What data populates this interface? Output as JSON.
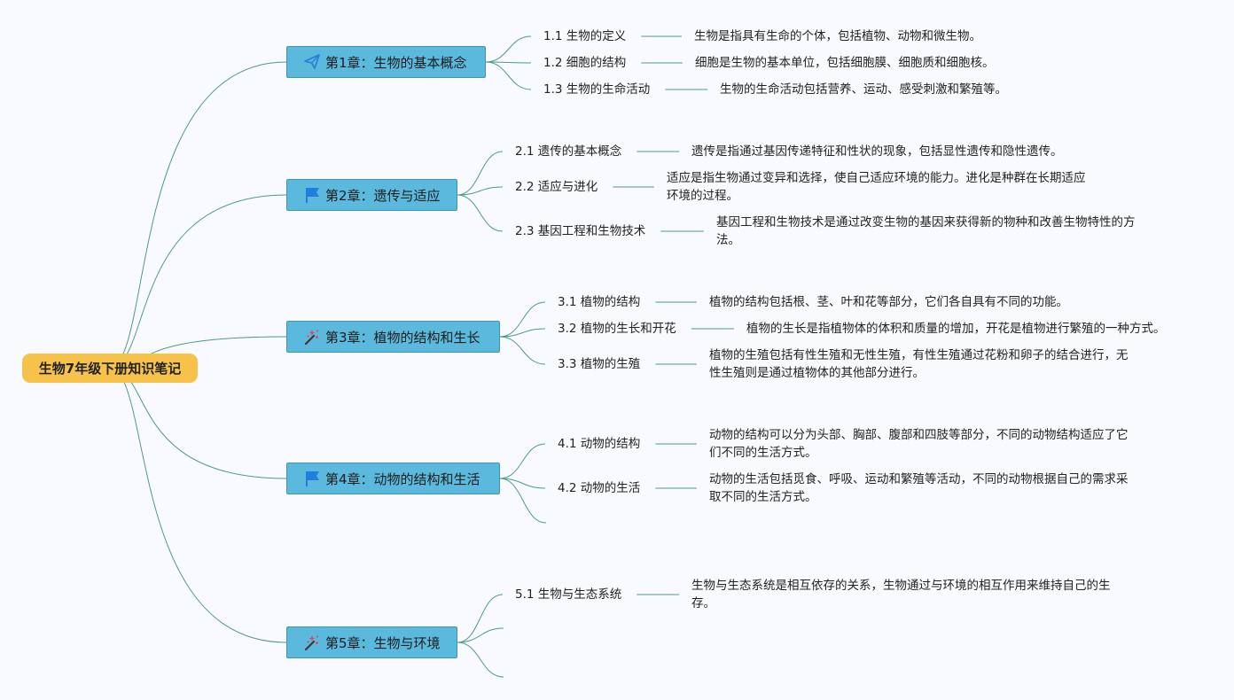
{
  "root": {
    "title": "生物7年级下册知识笔记"
  },
  "chapters": [
    {
      "label": "第1章：生物的基本概念",
      "icon": "paper-plane-icon",
      "topics": [
        {
          "label": "1.1 生物的定义",
          "desc": [
            "生物是指具有生命的个体，包括植物、动物和微生物。"
          ]
        },
        {
          "label": "1.2 细胞的结构",
          "desc": [
            "细胞是生物的基本单位，包括细胞膜、细胞质和细胞核。"
          ]
        },
        {
          "label": "1.3 生物的生命活动",
          "desc": [
            "生物的生命活动包括营养、运动、感受刺激和繁殖等。"
          ]
        }
      ]
    },
    {
      "label": "第2章：遗传与适应",
      "icon": "blue-flag-icon",
      "topics": [
        {
          "label": "2.1 遗传的基本概念",
          "desc": [
            "遗传是指通过基因传递特征和性状的现象，包括显性遗传和隐性遗传。"
          ]
        },
        {
          "label": "2.2 适应与进化",
          "desc": [
            "适应是指生物通过变异和选择，使自己适应环境的能力。进化是种群在长期适应",
            "环境的过程。"
          ]
        },
        {
          "label": "2.3 基因工程和生物技术",
          "desc": [
            "基因工程和生物技术是通过改变生物的基因来获得新的物种和改善生物特性的方",
            "法。"
          ]
        }
      ]
    },
    {
      "label": "第3章：植物的结构和生长",
      "icon": "magic-wand-icon",
      "topics": [
        {
          "label": "3.1 植物的结构",
          "desc": [
            "植物的结构包括根、茎、叶和花等部分，它们各自具有不同的功能。"
          ]
        },
        {
          "label": "3.2 植物的生长和开花",
          "desc": [
            "植物的生长是指植物体的体积和质量的增加，开花是植物进行繁殖的一种方式。"
          ]
        },
        {
          "label": "3.3 植物的生殖",
          "desc": [
            "植物的生殖包括有性生殖和无性生殖，有性生殖通过花粉和卵子的结合进行，无",
            "性生殖则是通过植物体的其他部分进行。"
          ]
        }
      ]
    },
    {
      "label": "第4章：动物的结构和生活",
      "icon": "blue-flag-icon",
      "topics": [
        {
          "label": "4.1 动物的结构",
          "desc": [
            "动物的结构可以分为头部、胸部、腹部和四肢等部分，不同的动物结构适应了它",
            "们不同的生活方式。"
          ]
        },
        {
          "label": "4.2 动物的生活",
          "desc": [
            "动物的生活包括觅食、呼吸、运动和繁殖等活动，不同的动物根据自己的需求采",
            "取不同的生活方式。"
          ]
        }
      ]
    },
    {
      "label": "第5章：生物与环境",
      "icon": "magic-wand-icon",
      "topics": [
        {
          "label": "5.1 生物与生态系统",
          "desc": [
            "生物与生态系统是相互依存的关系，生物通过与环境的相互作用来维持自己的生",
            "存。"
          ]
        }
      ]
    }
  ],
  "colors": {
    "background": "#f8fafd",
    "root_fill": "#f7c24a",
    "chapter_fill": "#5bb9de",
    "chapter_border": "#3f93b8",
    "connector": "#4f9a86",
    "paper_plane": "#2f7fd3",
    "flag": "#1e7fdc",
    "wand_stick": "#3a3a3a",
    "wand_sparkle": "#e0455a"
  }
}
